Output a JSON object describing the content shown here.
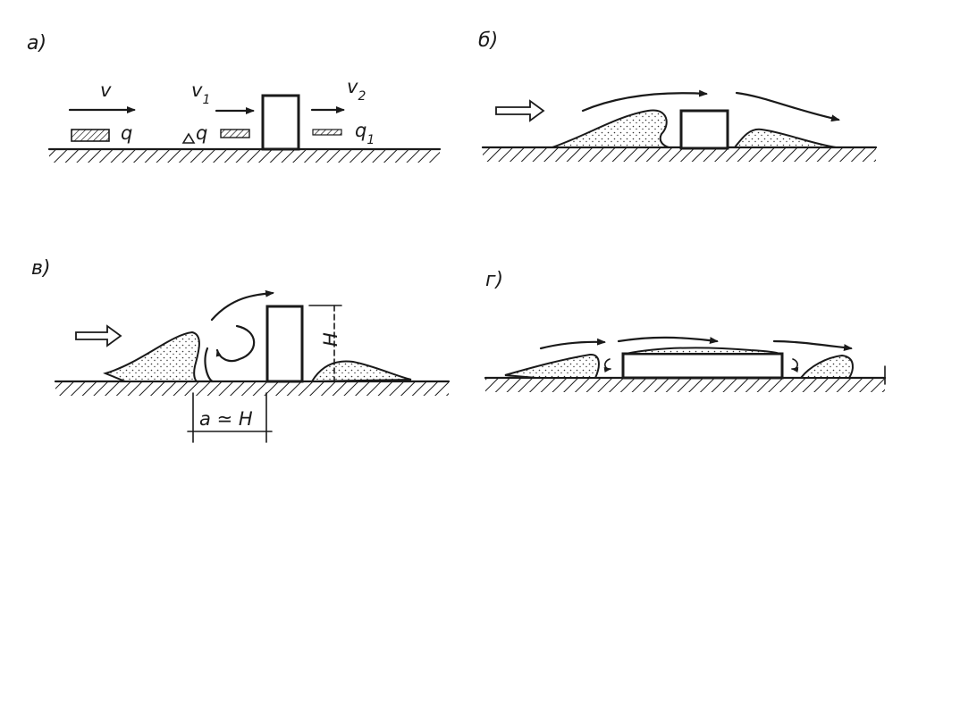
{
  "panels": [
    {
      "id": "a",
      "label": "а)"
    },
    {
      "id": "b",
      "label": "б)"
    },
    {
      "id": "v",
      "label": "в)"
    },
    {
      "id": "g",
      "label": "г)"
    }
  ],
  "panel_a": {
    "velocity": "v",
    "flux": "q",
    "velocity_before": "v",
    "velocity_before_sub": "1",
    "flux_delta": "q",
    "velocity_after": "v",
    "velocity_after_sub": "2",
    "flux_after": "q",
    "flux_after_sub": "1"
  },
  "panel_v": {
    "height_label": "H",
    "distance_label": "a ≃ H"
  }
}
